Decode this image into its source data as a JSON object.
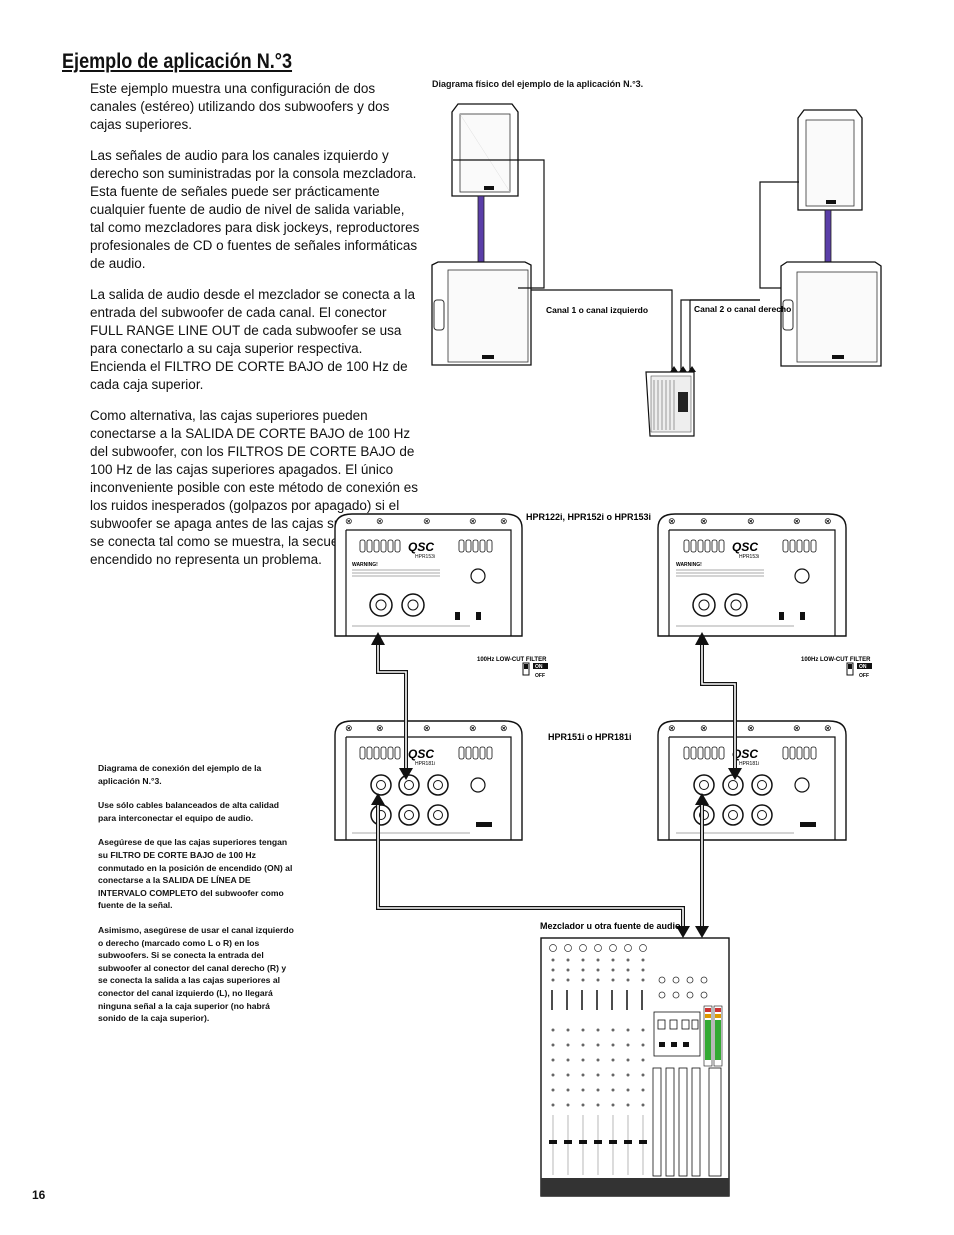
{
  "page": {
    "title": "Ejemplo de aplicación N.°3",
    "page_number": "16"
  },
  "body": {
    "paragraphs": [
      "Este ejemplo muestra una configuración de dos canales (estéreo) utilizando dos subwoofers y dos cajas superiores.",
      "Las señales de audio para los canales izquierdo y derecho son suministradas por la consola mezcladora. Esta fuente de señales puede ser prácticamente cualquier fuente de audio de nivel de salida variable, tal como mezcladores para disk jockeys, reproductores profesionales de CD o fuentes de señales informáticas de audio.",
      "La salida de audio desde el mezclador se conecta a la entrada del subwoofer de cada canal. El conector FULL RANGE LINE OUT de cada subwoofer se usa para conectarlo a su caja superior respectiva. Encienda el FILTRO DE CORTE BAJO de 100 Hz de cada caja superior.",
      "Como alternativa, las cajas superiores pueden conectarse a la SALIDA DE CORTE BAJO de 100 Hz del subwoofer, con los FILTROS DE CORTE BAJO de 100 Hz de las cajas superiores apagados. El único inconveniente posible con este método de conexión es los ruidos inesperados (golpazos por apagado) si el subwoofer se apaga antes de las cajas superiores. Si se conecta tal como se muestra, la secuencia de encendido no representa un problema."
    ]
  },
  "physical_diagram": {
    "caption": "Diagrama físico del ejemplo de la aplicación N.°3.",
    "left_channel_label": "Canal 1 o canal izquierdo",
    "right_channel_label": "Canal 2 o canal derecho"
  },
  "connection_diagram": {
    "top_model_label": "HPR122i, HPR152i o HPR153i",
    "sub_model_label": "HPR151i o HPR181i",
    "mixer_label": "Mezclador u otra fuente de audio",
    "filter_label": "100Hz LOW-CUT FILTER",
    "filter_on": "ON",
    "filter_off": "OFF",
    "brand": "QSC",
    "top_model_panel": "HPR153i",
    "sub_model_panel": "HPR181i",
    "warning": "WARNING!"
  },
  "notes": {
    "paragraphs": [
      "Diagrama de conexión del ejemplo de la aplicación N.°3.",
      "Use sólo cables balanceados de alta calidad para interconectar el equipo de audio.",
      "Asegúrese de que las cajas superiores tengan su FILTRO DE CORTE BAJO de 100 Hz conmutado en la posición de encendido (ON) al conectarse a la SALIDA DE LÍNEA DE INTERVALO COMPLETO del subwoofer como fuente de la señal.",
      "Asimismo, asegúrese de usar el canal izquierdo o derecho (marcado como L o R) en los subwoofers. Si se conecta la entrada del subwoofer al conector del canal derecho (R) y se conecta la salida a las cajas superiores al conector del canal izquierdo (L), no llegará ninguna señal a la caja superior (no habrá sonido de la caja superior)."
    ]
  }
}
